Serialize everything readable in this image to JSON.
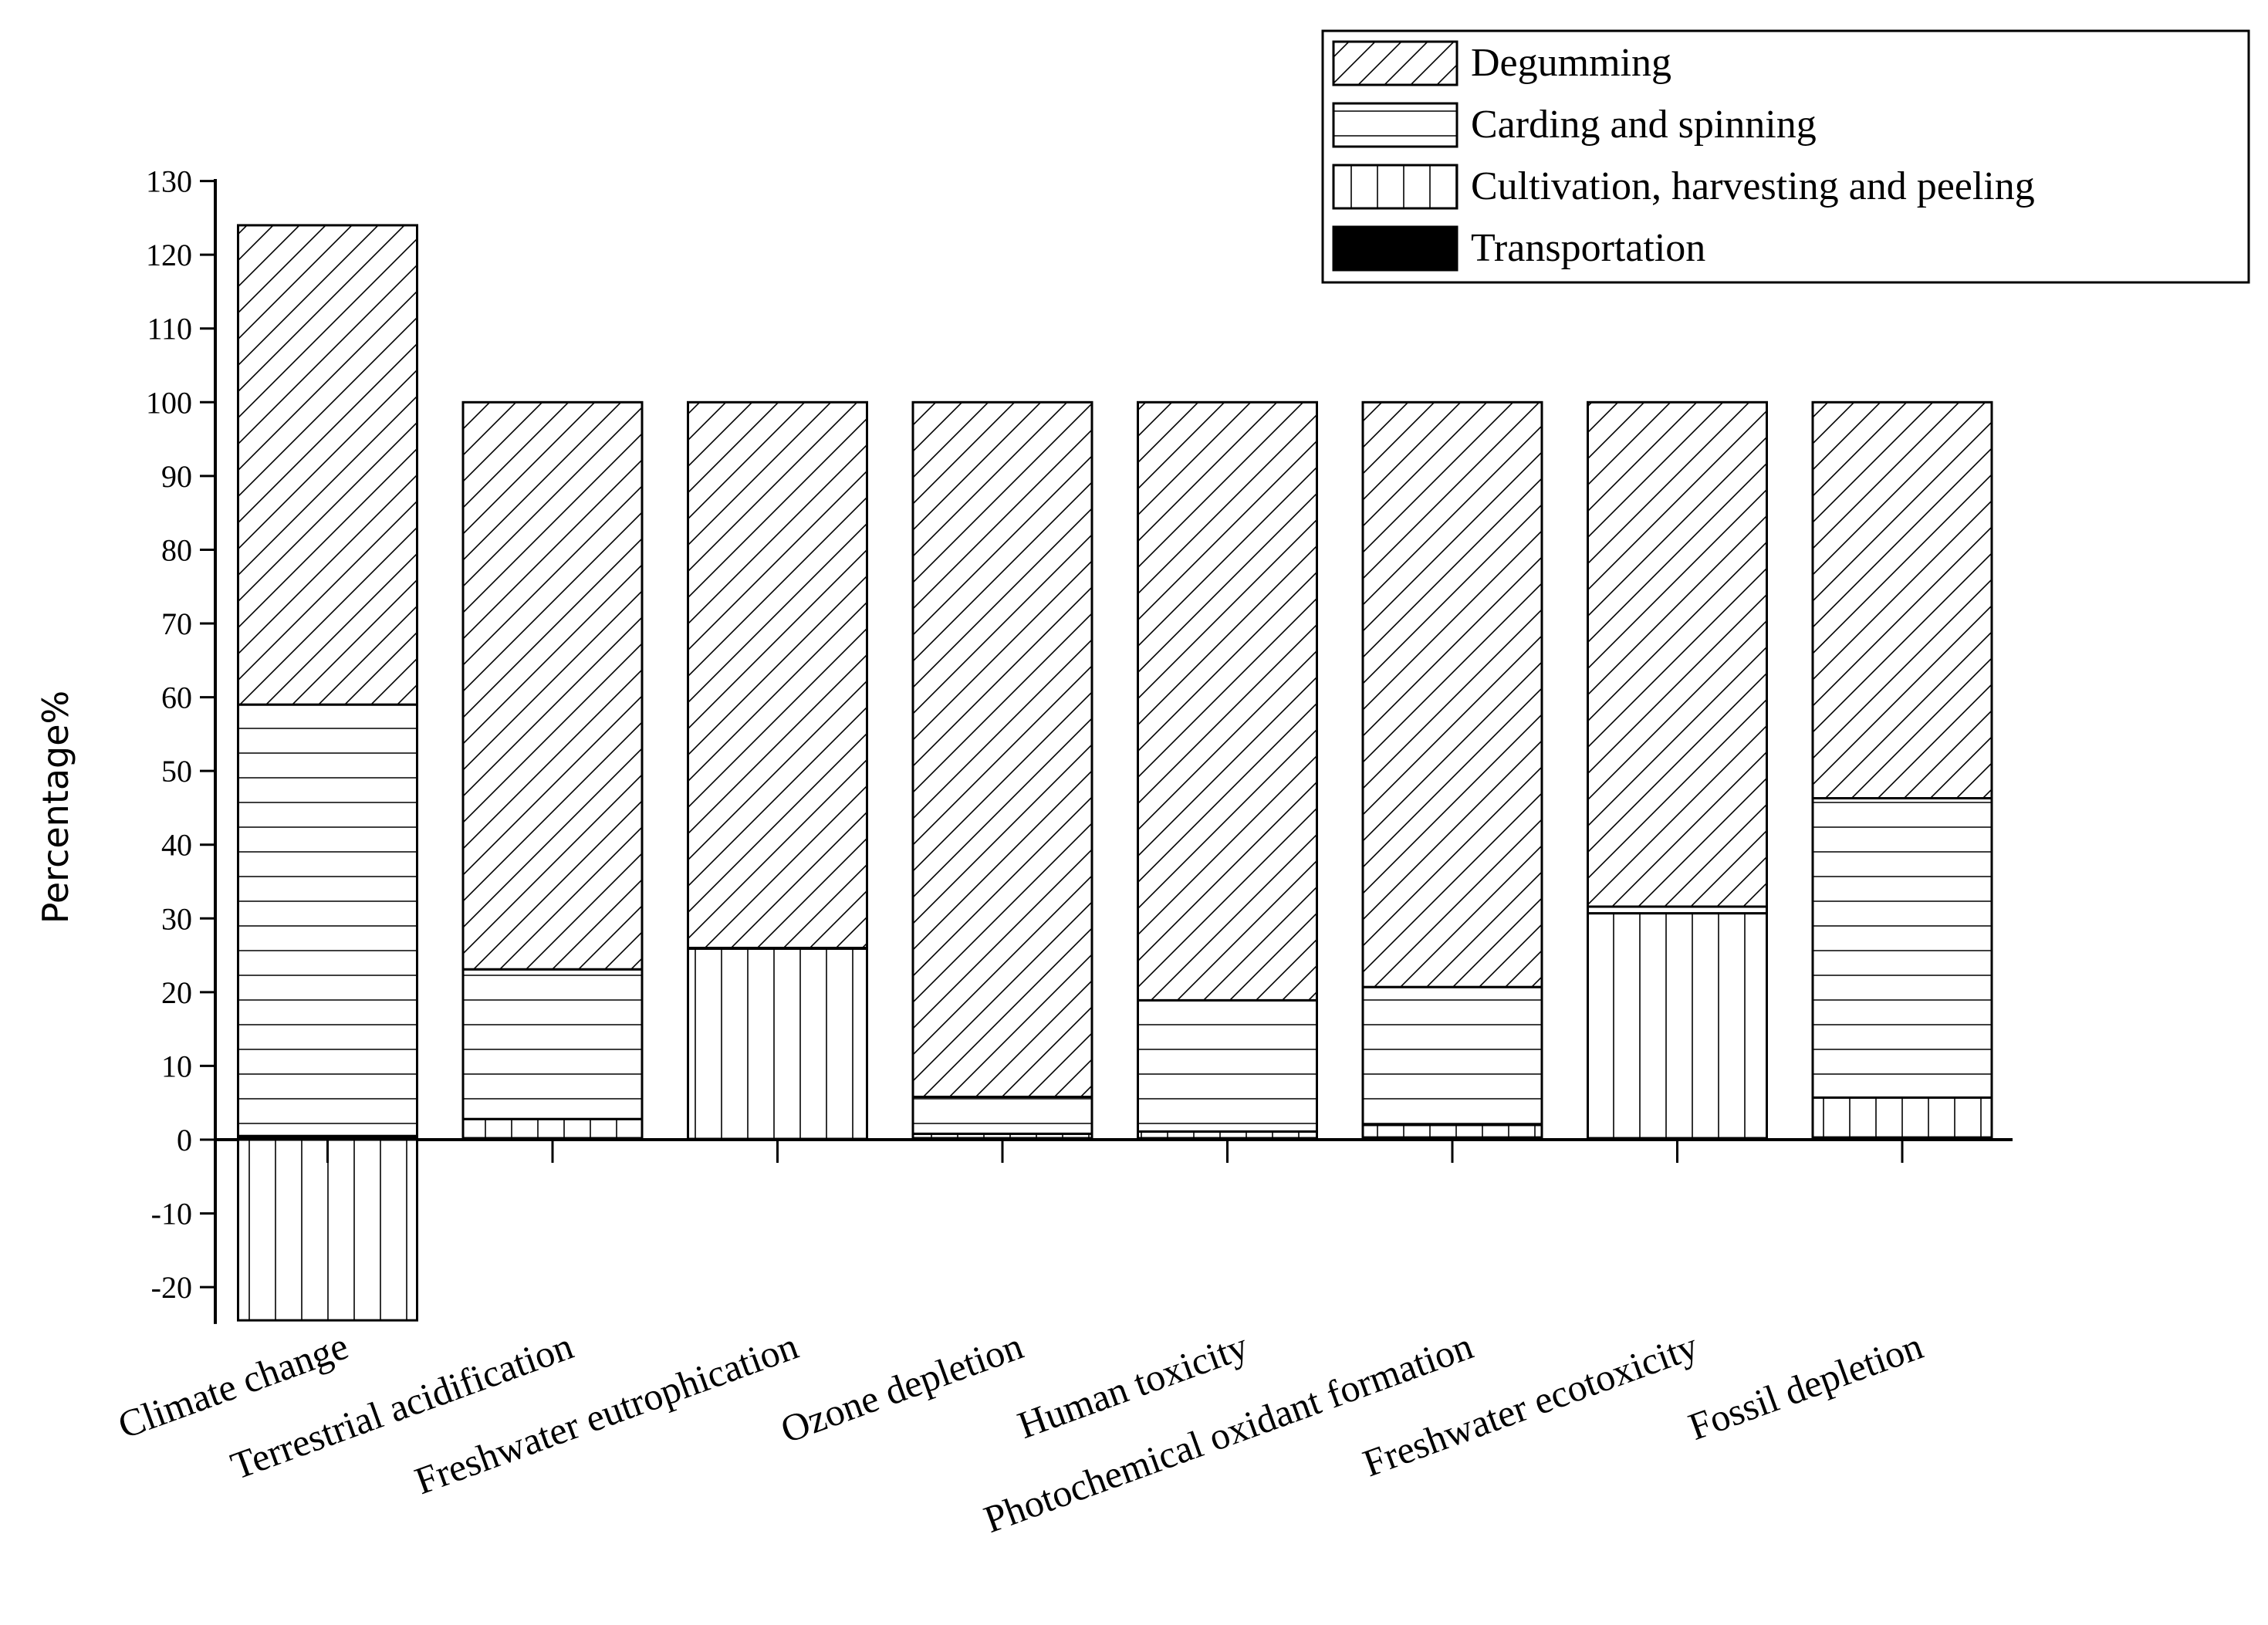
{
  "chart_data": {
    "type": "bar",
    "stacked": true,
    "categories": [
      "Climate change",
      "Terrestrial acidification",
      "Freshwater eutrophication",
      "Ozone depletion",
      "Human toxicity",
      "Photochemical oxidant formation",
      "Freshwater ecotoxicity",
      "Fossil depletion"
    ],
    "series": [
      {
        "name": "Transportation",
        "pattern": "solid",
        "values": [
          0.5,
          0.2,
          0.1,
          0.2,
          0.2,
          0.3,
          0.2,
          0.3
        ]
      },
      {
        "name": "Cultivation, harvesting and peeling",
        "pattern": "vertical",
        "values": [
          -24.5,
          2.6,
          25.8,
          0.6,
          0.9,
          1.7,
          30.5,
          5.4
        ]
      },
      {
        "name": "Carding and spinning",
        "pattern": "horizontal",
        "values": [
          58.5,
          20.3,
          0.1,
          5.0,
          17.8,
          18.7,
          0.9,
          40.6
        ]
      },
      {
        "name": "Degumming",
        "pattern": "diagonal",
        "values": [
          65.0,
          76.9,
          74.0,
          94.2,
          81.1,
          79.3,
          68.4,
          53.7
        ]
      }
    ],
    "legend_order": [
      "Degumming",
      "Carding and spinning",
      "Cultivation, harvesting and peeling",
      "Transportation"
    ],
    "ylabel": "Percentage%",
    "xlabel": "",
    "ylim": [
      -25,
      130
    ],
    "yticks": [
      -20,
      -10,
      0,
      10,
      20,
      30,
      40,
      50,
      60,
      70,
      80,
      90,
      100,
      110,
      120,
      130
    ],
    "grid": false,
    "legend_position": "top-right",
    "bar_fill": "#ffffff",
    "ink_color": "#000000"
  }
}
